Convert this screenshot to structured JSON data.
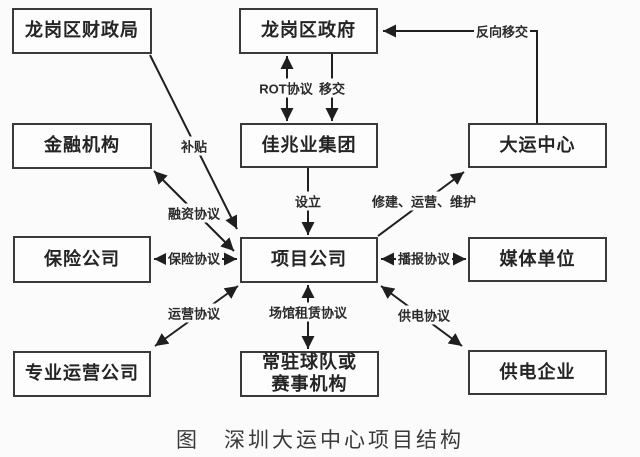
{
  "page": {
    "caption": "图　深圳大运中心项目结构",
    "background_color": "#fbfbfb",
    "border_color": "#3a3a3a",
    "line_color": "#1f1f1f",
    "text_color": "#242424"
  },
  "nodes": [
    {
      "id": "finance-bureau",
      "label": "龙岗区财政局"
    },
    {
      "id": "district-government",
      "label": "龙岗区政府"
    },
    {
      "id": "financial-institutions",
      "label": "金融机构"
    },
    {
      "id": "kaisa-group",
      "label": "佳兆业集团"
    },
    {
      "id": "universiade-center",
      "label": "大运中心"
    },
    {
      "id": "insurance-company",
      "label": "保险公司"
    },
    {
      "id": "project-company",
      "label": "项目公司"
    },
    {
      "id": "media-units",
      "label": "媒体单位"
    },
    {
      "id": "professional-operating-company",
      "label": "专业运营公司"
    },
    {
      "id": "resident-teams-or-event-orgs",
      "label": "常驻球队或赛事机构"
    },
    {
      "id": "power-supply-company",
      "label": "供电企业"
    }
  ],
  "edges": [
    {
      "id": "reverse-handover",
      "label": "反向移交",
      "from": "universiade-center",
      "to": "district-government",
      "direction": "one-way"
    },
    {
      "id": "rot-agreement",
      "label": "ROT协议",
      "from": "district-government",
      "to": "kaisa-group",
      "direction": "two-way"
    },
    {
      "id": "handover",
      "label": "移交",
      "from": "district-government",
      "to": "kaisa-group",
      "direction": "one-way"
    },
    {
      "id": "subsidy",
      "label": "补贴",
      "from": "finance-bureau",
      "to": "project-company",
      "direction": "one-way"
    },
    {
      "id": "financing-agreement",
      "label": "融资协议",
      "from": "financial-institutions",
      "to": "project-company",
      "direction": "two-way"
    },
    {
      "id": "establish",
      "label": "设立",
      "from": "kaisa-group",
      "to": "project-company",
      "direction": "one-way"
    },
    {
      "id": "build-operate-maintain",
      "label": "修建、运营、维护",
      "from": "project-company",
      "to": "universiade-center",
      "direction": "one-way"
    },
    {
      "id": "insurance-agreement",
      "label": "保险协议",
      "from": "insurance-company",
      "to": "project-company",
      "direction": "two-way"
    },
    {
      "id": "broadcast-agreement",
      "label": "播报协议",
      "from": "project-company",
      "to": "media-units",
      "direction": "two-way"
    },
    {
      "id": "operation-agreement",
      "label": "运营协议",
      "from": "project-company",
      "to": "professional-operating-company",
      "direction": "two-way"
    },
    {
      "id": "venue-lease-agreement",
      "label": "场馆租赁协议",
      "from": "project-company",
      "to": "resident-teams-or-event-orgs",
      "direction": "two-way"
    },
    {
      "id": "power-supply-agreement",
      "label": "供电协议",
      "from": "project-company",
      "to": "power-supply-company",
      "direction": "two-way"
    }
  ]
}
